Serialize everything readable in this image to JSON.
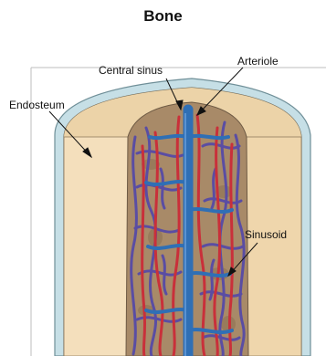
{
  "title": "Bone",
  "labels": {
    "central_sinus": "Central sinus",
    "arteriole": "Arteriole",
    "endosteum": "Endosteum",
    "sinusoid": "Sinusoid"
  },
  "colors": {
    "bone": "#f2dcb7",
    "bone_shadow": "#e4c797",
    "periosteum": "#c6dfe6",
    "marrow": "#a88a68",
    "vein": "#2f6fb5",
    "artery": "#c9303a",
    "sinusoid": "#5a4da3"
  }
}
